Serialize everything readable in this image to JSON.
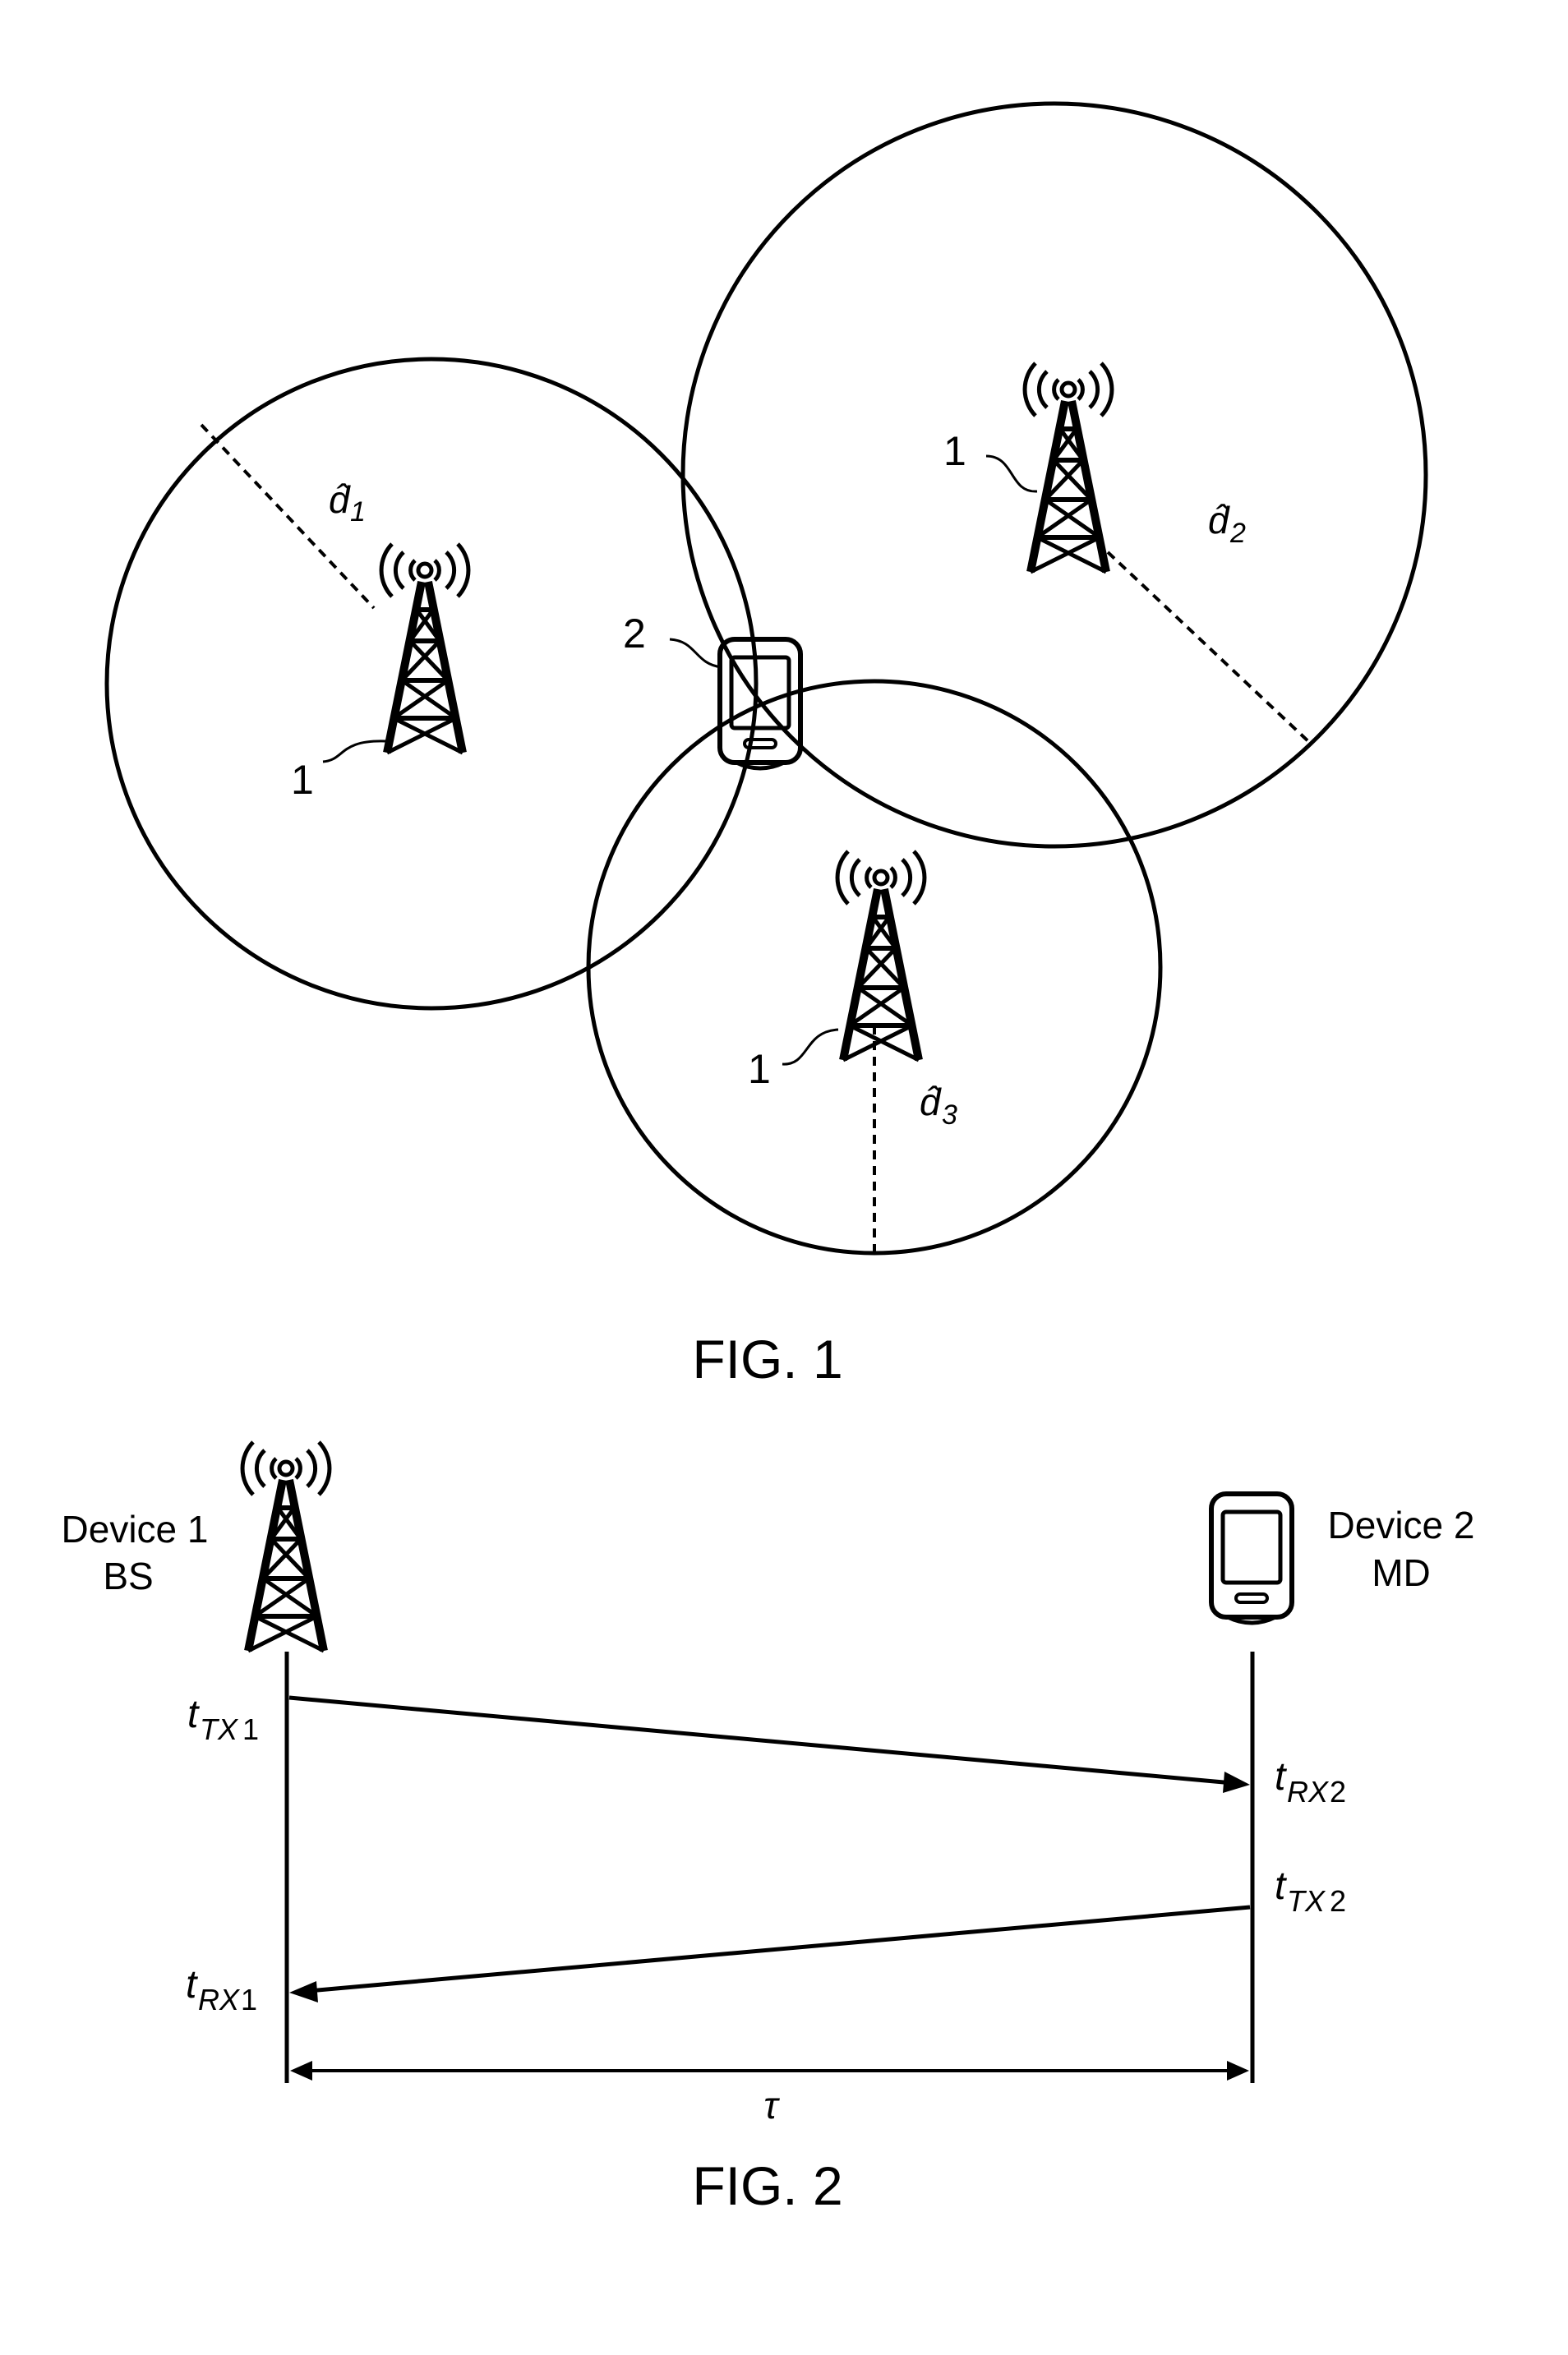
{
  "fig1": {
    "caption": "FIG. 1",
    "tower_label": "1",
    "device_label": "2",
    "distances": [
      {
        "base": "d",
        "hat": "ˆ",
        "sub": "1"
      },
      {
        "base": "d",
        "hat": "ˆ",
        "sub": "2"
      },
      {
        "base": "d",
        "hat": "ˆ",
        "sub": "3"
      }
    ]
  },
  "fig2": {
    "caption": "FIG. 2",
    "device1": {
      "line1": "Device 1",
      "line2": "BS"
    },
    "device2": {
      "line1": "Device 2",
      "line2": "MD"
    },
    "times": {
      "tx1": {
        "base": "t",
        "sub": "TX",
        "num": "1"
      },
      "rx2": {
        "base": "t",
        "sub": "RX",
        "num": "2"
      },
      "tx2": {
        "base": "t",
        "sub": "TX",
        "num": "2"
      },
      "rx1": {
        "base": "t",
        "sub": "RX",
        "num": "1"
      }
    },
    "tau": "τ"
  },
  "icons": [
    "cell-tower-icon",
    "mobile-device-icon"
  ]
}
